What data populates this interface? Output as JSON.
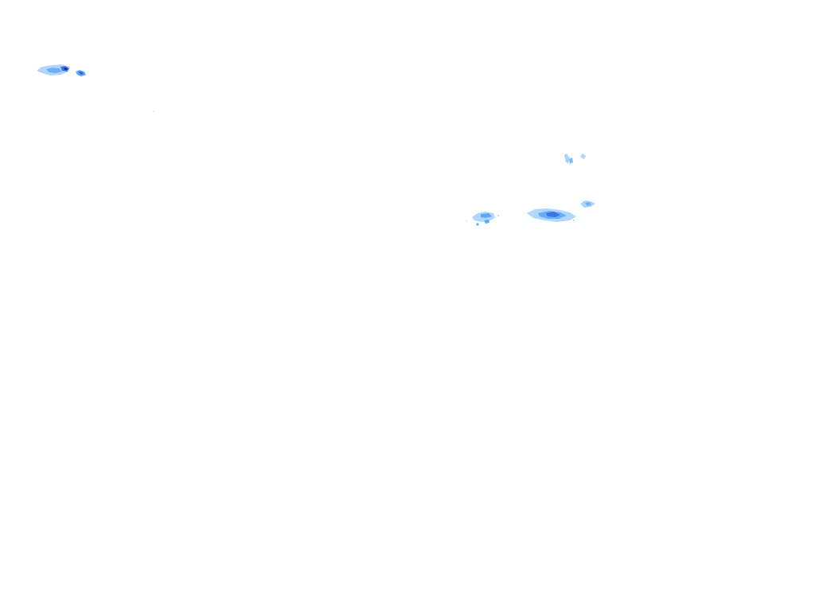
{
  "layer": {
    "type": "precipitation-radar-overlay",
    "background_color": "#ffffff",
    "intensity_palette": {
      "light": "#a8d3ff",
      "moderate": "#5ea8f5",
      "heavy": "#2f63e0",
      "very_heavy": "#1a2fb0"
    },
    "echo_clusters": [
      {
        "region": "top-left",
        "intensity": "moderate"
      },
      {
        "region": "top-left-small",
        "intensity": "heavy"
      },
      {
        "region": "upper-right-north",
        "intensity": "light"
      },
      {
        "region": "center-right-west",
        "intensity": "moderate"
      },
      {
        "region": "center-right-main",
        "intensity": "moderate"
      },
      {
        "region": "center-right-east",
        "intensity": "light"
      }
    ]
  }
}
